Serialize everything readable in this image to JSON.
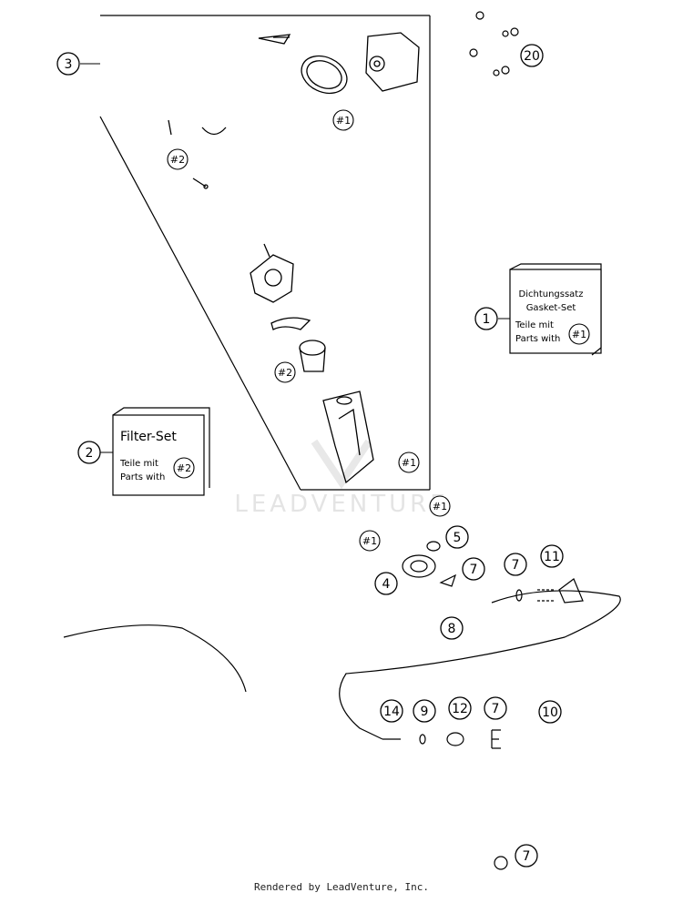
{
  "callouts": {
    "c1": "1",
    "c2": "2",
    "c3": "3",
    "c4": "4",
    "c5": "5",
    "c7a": "7",
    "c7b": "7",
    "c7c": "7",
    "c7d": "7",
    "c8": "8",
    "c9": "9",
    "c10": "10",
    "c11": "11",
    "c12": "12",
    "c14": "14",
    "c20": "20"
  },
  "refs": {
    "r1_top": "#1",
    "r2_mid": "#2",
    "r2_lower": "#2",
    "r1_filter": "#1",
    "r1_right": "#1",
    "r1_upper": "#1",
    "r1_left": "#1",
    "r2_box": "#2"
  },
  "gasket_box": {
    "line1": "Dichtungssatz",
    "line2": "Gasket-Set",
    "line3": "Teile mit",
    "line4": "Parts with"
  },
  "filter_box": {
    "title": "Filter-Set",
    "line1": "Teile mit",
    "line2": "Parts with"
  },
  "watermark": "LEADVENTURE",
  "footer": "Rendered by LeadVenture, Inc."
}
